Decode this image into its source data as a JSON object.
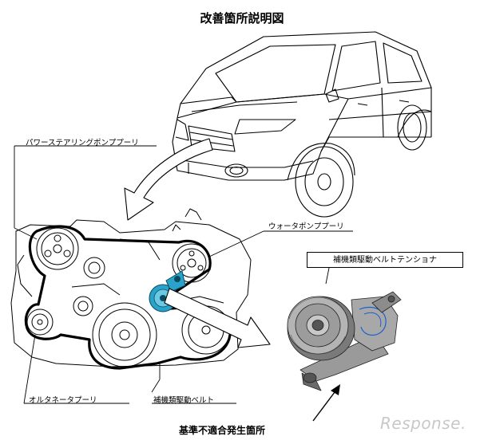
{
  "title": "改善箇所説明図",
  "labels": {
    "power_steering_pulley": "パワーステアリングポンププーリ",
    "water_pump_pulley": "ウォータポンププーリ",
    "alternator_pulley": "オルタネータプーリ",
    "accessory_belt": "補機類駆動ベルト",
    "belt_tensioner": "補機類駆動ベルトテンショナ",
    "defect_location": "基準不適合発生箇所"
  },
  "watermark": "Response.",
  "colors": {
    "line": "#000000",
    "highlight": "#29a3c9",
    "tensioner_metal": "#8a8a8a",
    "watermark": "#c8c8c8"
  }
}
